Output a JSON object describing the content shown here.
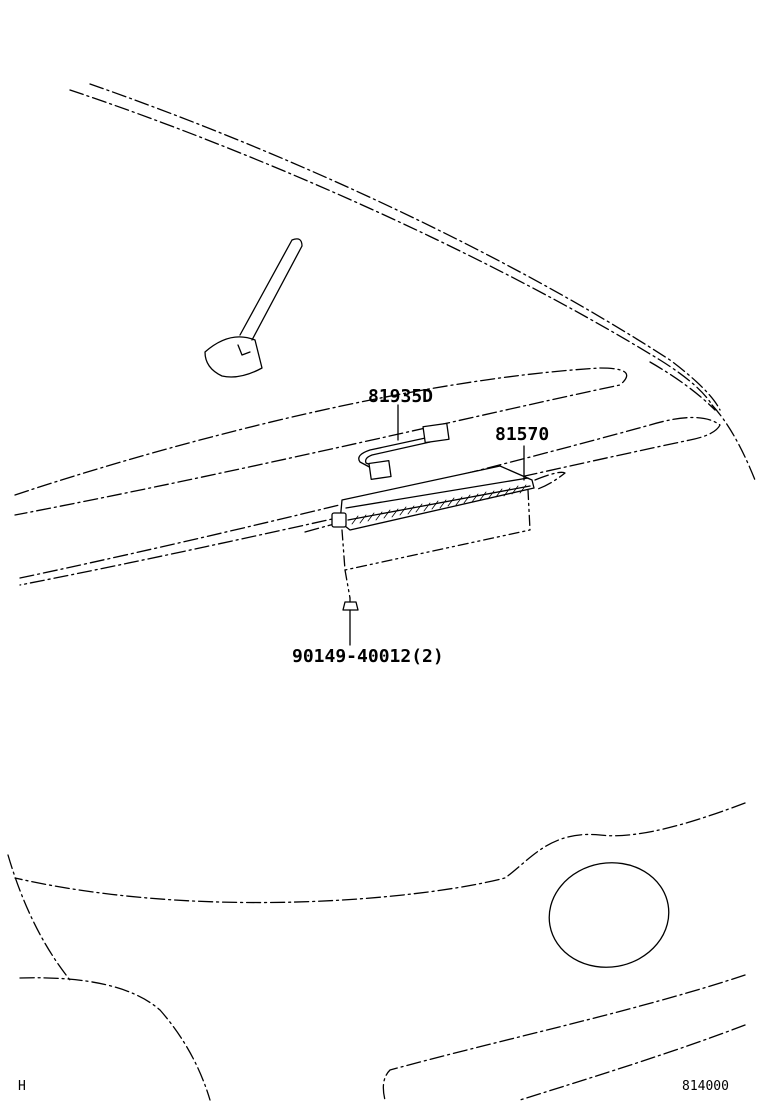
{
  "labels": {
    "harness": "81935D",
    "stop_lamp": "81570",
    "screw": "90149-40012(2)"
  },
  "corner": {
    "left": "H",
    "right": "814000"
  }
}
